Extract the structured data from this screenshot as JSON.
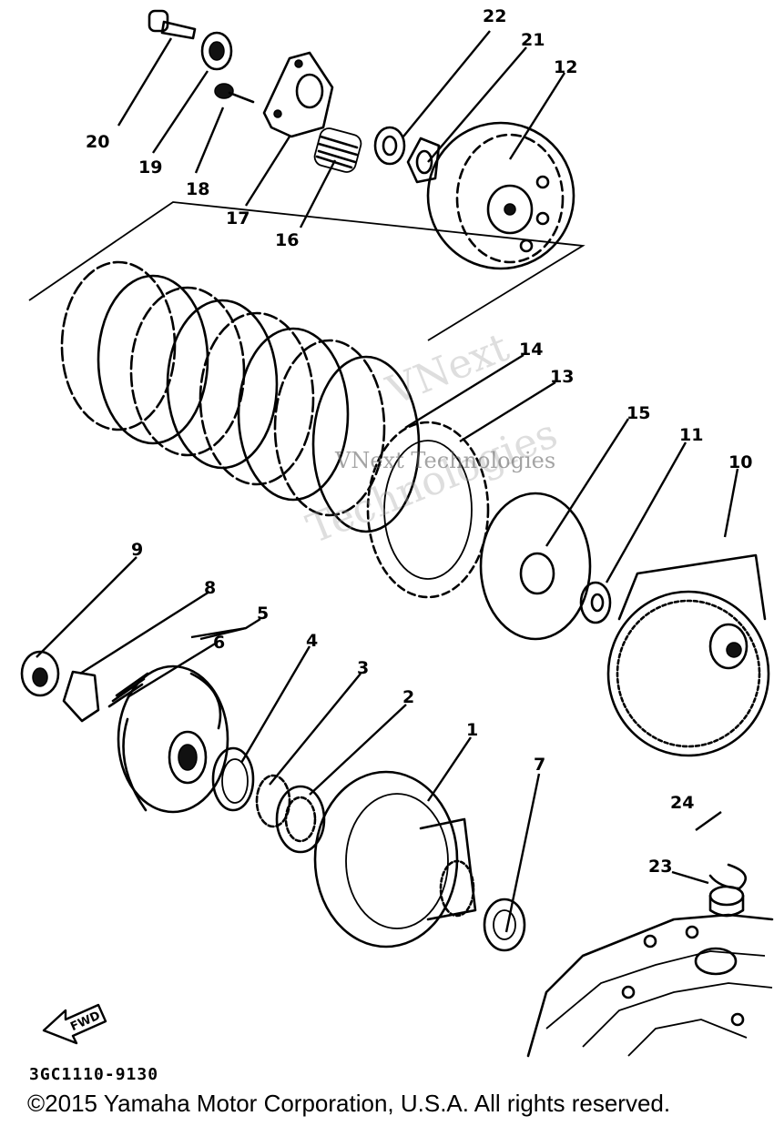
{
  "diagram": {
    "part_numbers": [
      "1",
      "2",
      "3",
      "4",
      "5",
      "6",
      "7",
      "8",
      "9",
      "10",
      "11",
      "12",
      "13",
      "14",
      "15",
      "16",
      "17",
      "18",
      "19",
      "20",
      "21",
      "22",
      "23",
      "24"
    ],
    "fwd_label": "FWD",
    "watermark_main": "VNext Technologies",
    "watermark_word1": "VNext",
    "watermark_word2": "Technologies",
    "part_code": "3GC1110-9130",
    "copyright": "©2015 Yamaha Motor Corporation, U.S.A. All rights reserved."
  }
}
